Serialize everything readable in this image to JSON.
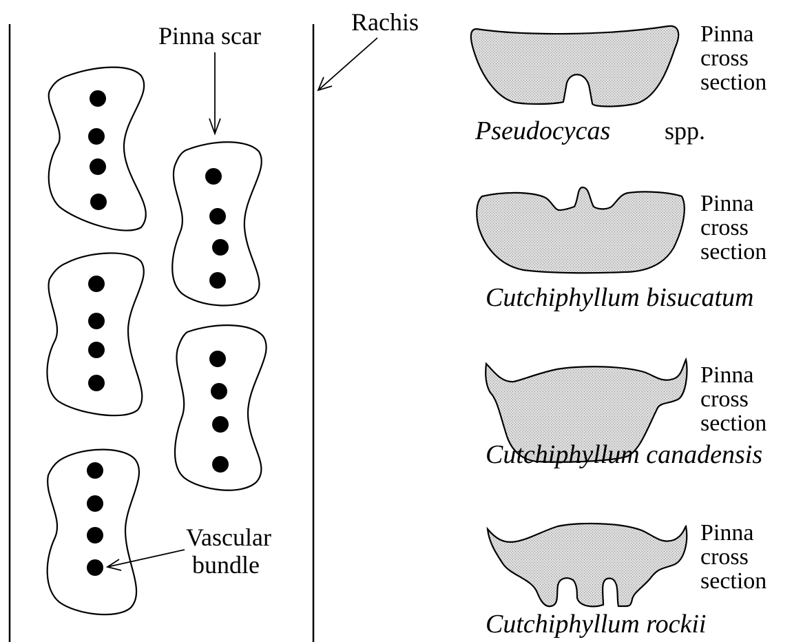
{
  "labels": {
    "pinna_scar": "Pinna scar",
    "rachis": "Rachis",
    "vascular_bundle_line1": "Vascular",
    "vascular_bundle_line2": "bundle"
  },
  "cross_sections": [
    {
      "genus": "Pseudocycas",
      "epithet": "spp.",
      "desc_line1": "Pinna",
      "desc_line2": "cross",
      "desc_line3": "section"
    },
    {
      "genus": "Cutchiphyllum bisucatum",
      "epithet": "",
      "desc_line1": "Pinna",
      "desc_line2": "cross",
      "desc_line3": "section"
    },
    {
      "genus": "Cutchiphyllum canadensis",
      "epithet": "",
      "desc_line1": "Pinna",
      "desc_line2": "cross",
      "desc_line3": "section"
    },
    {
      "genus": "Cutchiphyllum rockii",
      "epithet": "",
      "desc_line1": "Pinna",
      "desc_line2": "cross",
      "desc_line3": "section"
    }
  ],
  "colors": {
    "ink": "#000000",
    "stipple_fill": "#d4d4d4",
    "background": "#ffffff"
  }
}
